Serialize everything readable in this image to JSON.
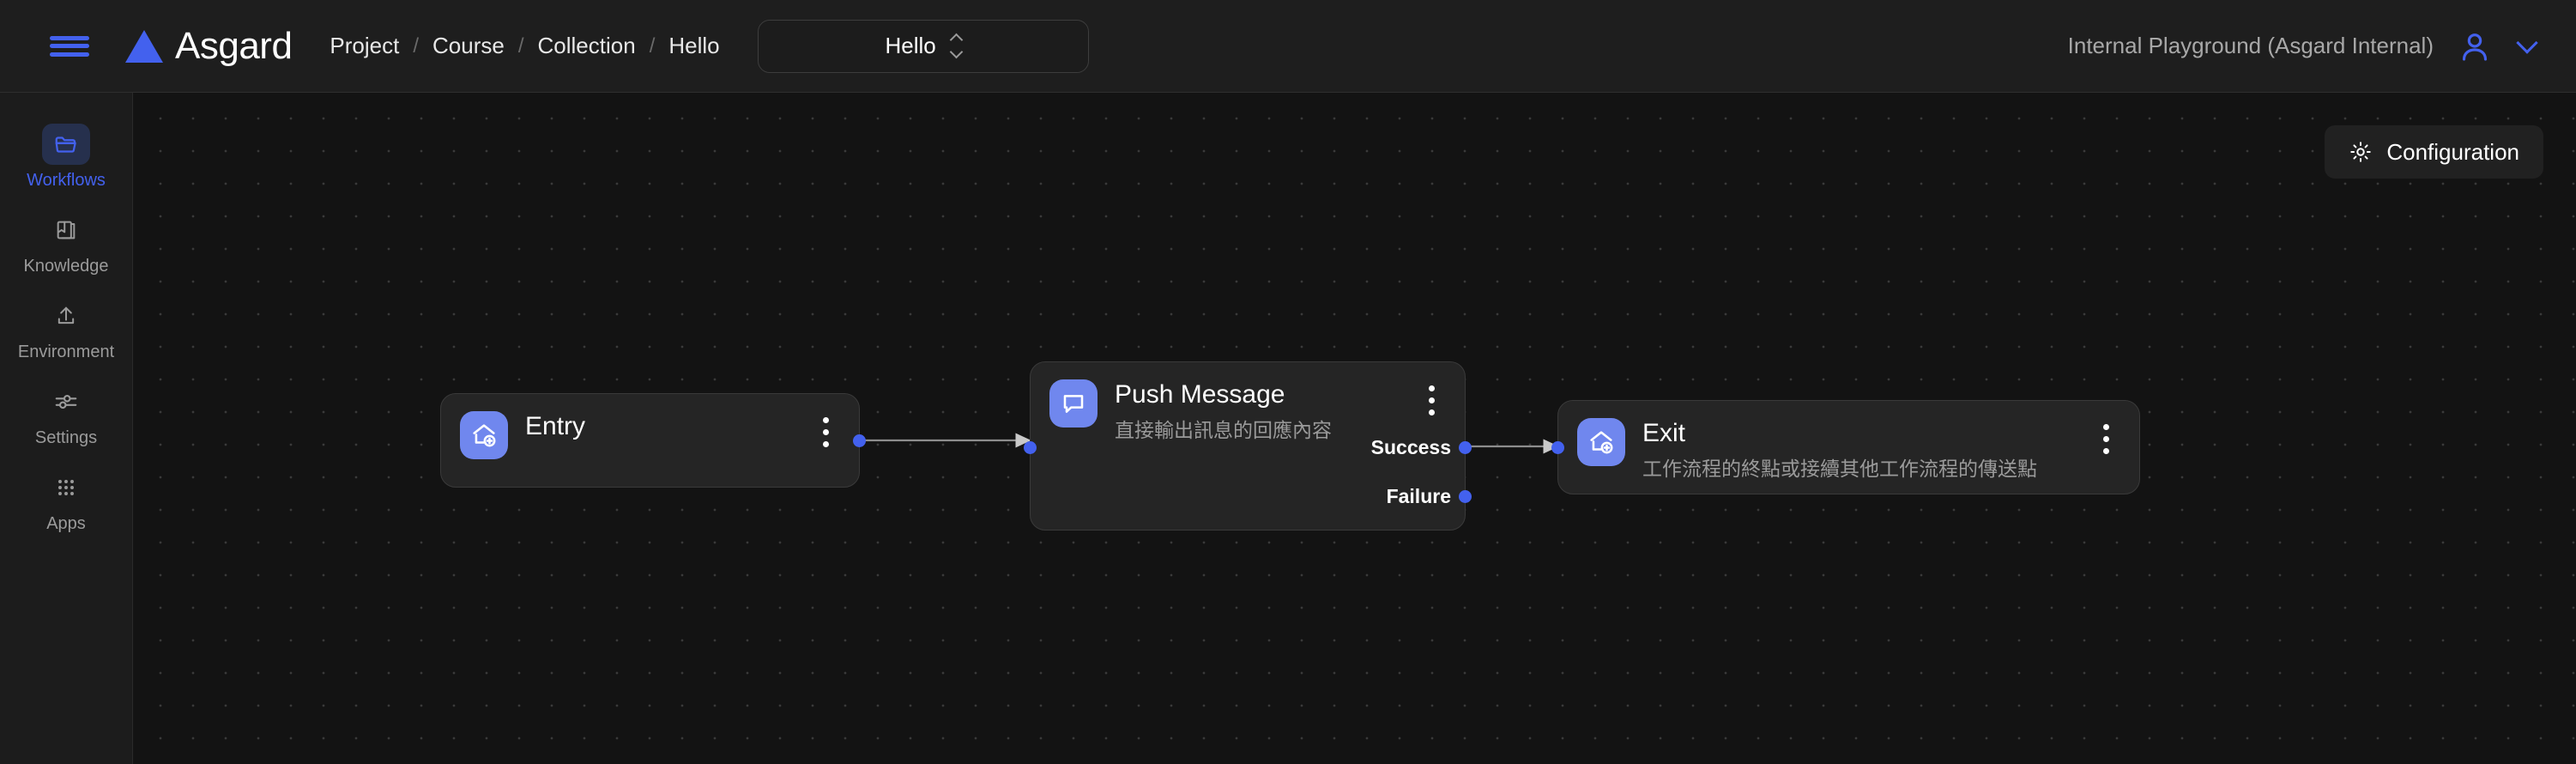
{
  "header": {
    "menu_icon": "hamburger-icon",
    "brand": {
      "logo_icon": "triangle-logo-icon",
      "name": "Asgard"
    },
    "breadcrumb": {
      "separator": "/",
      "items": [
        "Project",
        "Course",
        "Collection",
        "Hello"
      ]
    },
    "flow_select": {
      "value": "Hello",
      "icon": "chevron-up-down-icon"
    },
    "org": "Internal Playground (Asgard Internal)",
    "account_icon": "user-avatar-icon",
    "account_chevron_icon": "chevron-down-icon"
  },
  "sidebar": {
    "items": [
      {
        "label": "Workflows",
        "icon": "folder-icon",
        "active": true
      },
      {
        "label": "Knowledge",
        "icon": "book-icon",
        "active": false
      },
      {
        "label": "Environment",
        "icon": "upload-icon",
        "active": false
      },
      {
        "label": "Settings",
        "icon": "sliders-icon",
        "active": false
      },
      {
        "label": "Apps",
        "icon": "grid-dots-icon",
        "active": false
      }
    ]
  },
  "canvas": {
    "configuration_button": {
      "label": "Configuration",
      "icon": "gear-icon"
    },
    "nodes": [
      {
        "id": "entry",
        "title": "Entry",
        "subtitle": "",
        "icon": "house-plus-icon",
        "menu_icon": "kebab-menu-icon",
        "ports_out": []
      },
      {
        "id": "push",
        "title": "Push Message",
        "subtitle": "直接輸出訊息的回應內容",
        "icon": "message-bubble-icon",
        "menu_icon": "kebab-menu-icon",
        "ports_out": [
          "Success",
          "Failure"
        ]
      },
      {
        "id": "exit",
        "title": "Exit",
        "subtitle": "工作流程的終點或接續其他工作流程的傳送點",
        "icon": "house-plus-icon",
        "menu_icon": "kebab-menu-icon",
        "ports_out": []
      }
    ],
    "edges": [
      {
        "from": "entry",
        "to": "push",
        "from_port": "out"
      },
      {
        "from": "push",
        "to": "exit",
        "from_port": "Success"
      }
    ]
  },
  "colors": {
    "accent": "#4361ee",
    "node_badge": "#7087ee",
    "header_bg": "#1e1e1e",
    "sidebar_bg": "#1c1c1c",
    "canvas_bg": "#131313",
    "node_bg": "#252525",
    "edge": "#9a9a9a"
  }
}
